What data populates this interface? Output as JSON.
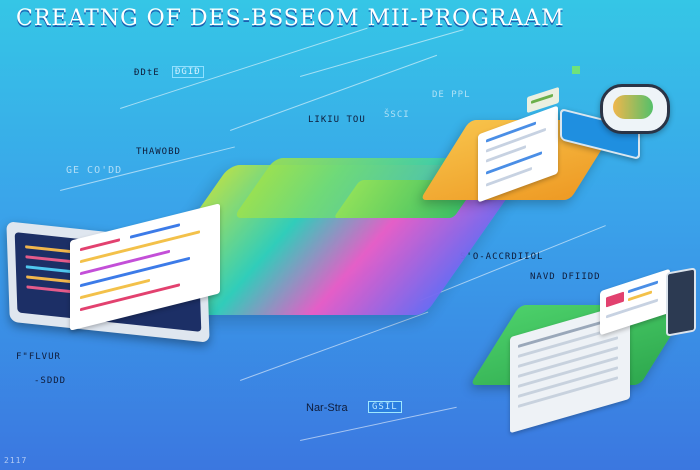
{
  "headline": "CREATNG OF DES-BSSEOM MII-PROGRAAM",
  "labels": {
    "top_left": "ÐDtE",
    "top_left_box": "ĐGIĐ",
    "mid_top": "LIKIU TOU",
    "mid_top_faint": "ŠSCI",
    "mid_top_right": "DE PPL",
    "left_top_faint": "GE CO'DD",
    "left_main": "THAWOBD",
    "right_mid": "S'O-ACCRDIIOL",
    "right_lower": "NAVD DFIIDD",
    "bottom_left_1": "F\"FLVUR",
    "bottom_left_2": "-SDDD",
    "bottom_mid": "Nar-Stra",
    "bottom_mid_box": "GSIL",
    "corner": "2117"
  },
  "colors": {
    "bg_top": "#35c6e6",
    "bg_bottom": "#3b77e0",
    "orange_panel": "#f2a531",
    "green_panel": "#3fc066",
    "rainbow": [
      "#b6e34a",
      "#30d0b8",
      "#ee5cc6",
      "#6b6af4"
    ]
  }
}
